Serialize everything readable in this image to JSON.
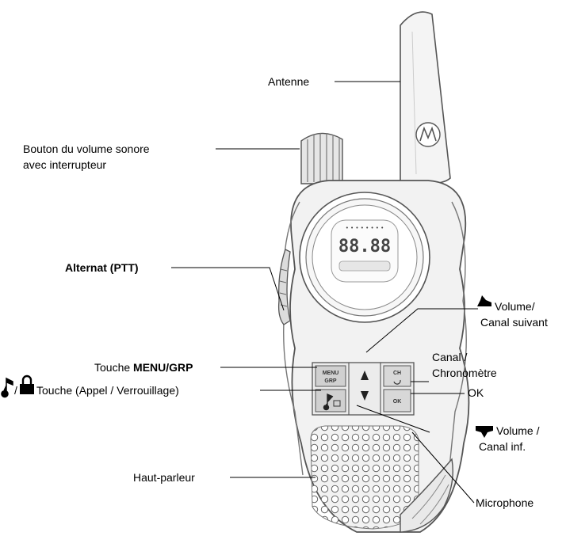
{
  "labels": {
    "antenna": "Antenne",
    "volume_knob_line1": "Bouton du volume sonore",
    "volume_knob_line2": "avec interrupteur",
    "ptt": "Alternat (PTT)",
    "menu_prefix": "Touche ",
    "menu_bold": "MENU/GRP",
    "call_lock_sep": "/",
    "call_lock_text": "Touche (Appel / Verrouillage)",
    "speaker": "Haut-parleur",
    "vol_up_line1": "Volume/",
    "vol_up_line2": "Canal suivant",
    "channel_line1": "Canal /",
    "channel_line2": "Chronomètre",
    "ok": "OK",
    "vol_down_line1": "Volume /",
    "vol_down_line2": "Canal inf.",
    "microphone": "Microphone"
  },
  "device": {
    "menu_key_line1": "MENU",
    "menu_key_line2": "GRP",
    "ch_key": "CH",
    "ok_key": "OK",
    "lcd_digits": "88.88"
  },
  "colors": {
    "outline": "#555555",
    "body_fill": "#f2f2f2",
    "shade": "#d9d9d9",
    "dark": "#333333"
  },
  "icons": [
    "music-note-icon",
    "lock-icon",
    "volume-up-icon",
    "volume-down-icon",
    "motorola-logo-icon"
  ]
}
